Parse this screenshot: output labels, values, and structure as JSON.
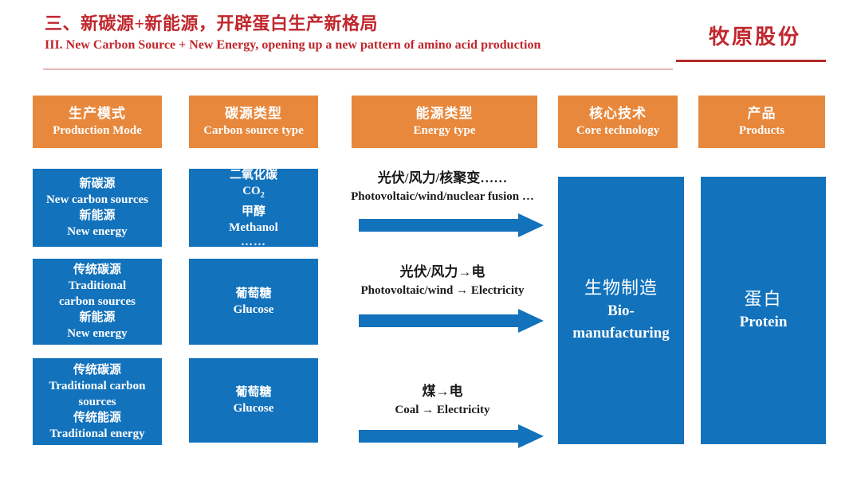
{
  "header": {
    "title_cn": "三、新碳源+新能源，开辟蛋白生产新格局",
    "title_en": "III. New Carbon Source + New Energy, opening up a new pattern of amino acid production",
    "brand": "牧原股份",
    "accent_color": "#C0272D"
  },
  "palette": {
    "header_box": "#E8883C",
    "content_box": "#1272BC",
    "arrow": "#1272BC",
    "title_red": "#C0272D"
  },
  "columns": [
    {
      "header_cn": "生产模式",
      "header_en": "Production Mode"
    },
    {
      "header_cn": "碳源类型",
      "header_en": "Carbon source type"
    },
    {
      "header_cn": "能源类型",
      "header_en": "Energy type"
    },
    {
      "header_cn": "核心技术",
      "header_en": "Core technology"
    },
    {
      "header_cn": "产品",
      "header_en": "Products"
    }
  ],
  "production_modes": [
    {
      "l1": "新碳源",
      "l2": "New carbon sources",
      "l3": "新能源",
      "l4": "New energy"
    },
    {
      "l1": "传统碳源",
      "l2": "Traditional",
      "l3": "carbon sources",
      "l4": "新能源",
      "l5": "New energy"
    },
    {
      "l1": "传统碳源",
      "l2": "Traditional carbon",
      "l3": "sources",
      "l4": "传统能源",
      "l5": "Traditional energy"
    }
  ],
  "carbon_sources": [
    {
      "l1": "二氧化碳",
      "l2": "CO",
      "l2_sub": "2",
      "l3": "甲醇",
      "l4": "Methanol",
      "l5": "……"
    },
    {
      "l1": "葡萄糖",
      "l2": "Glucose"
    },
    {
      "l1": "葡萄糖",
      "l2": "Glucose"
    }
  ],
  "energy_types": [
    {
      "cn": "光伏/风力/核聚变……",
      "en": "Photovoltaic/wind/nuclear fusion …"
    },
    {
      "cn": "光伏/风力→电",
      "en": "Photovoltaic/wind → Electricity"
    },
    {
      "cn": "煤→电",
      "en": "Coal → Electricity"
    }
  ],
  "core_technology": {
    "cn": "生物制造",
    "en_line1": "Bio-",
    "en_line2": "manufacturing"
  },
  "product": {
    "cn": "蛋白",
    "en": "Protein"
  }
}
